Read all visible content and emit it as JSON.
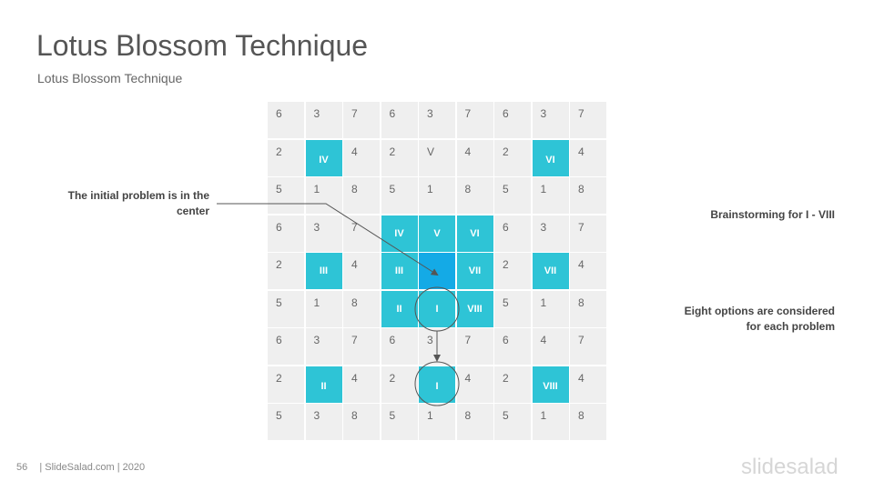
{
  "slide": {
    "title": "Lotus Blossom Technique",
    "subtitle": "Lotus Blossom Technique"
  },
  "grid": {
    "rows": [
      [
        {
          "t": "6"
        },
        {
          "t": "3"
        },
        {
          "t": "7"
        },
        {
          "t": "6"
        },
        {
          "t": "3"
        },
        {
          "t": "7"
        },
        {
          "t": "6"
        },
        {
          "t": "3"
        },
        {
          "t": "7"
        }
      ],
      [
        {
          "t": "2"
        },
        {
          "t": "IV",
          "h": "teal",
          "off": true
        },
        {
          "t": "4"
        },
        {
          "t": "2"
        },
        {
          "t": "V"
        },
        {
          "t": "4"
        },
        {
          "t": "2"
        },
        {
          "t": "VI",
          "h": "teal",
          "off": true
        },
        {
          "t": "4"
        }
      ],
      [
        {
          "t": "5"
        },
        {
          "t": "1"
        },
        {
          "t": "8"
        },
        {
          "t": "5"
        },
        {
          "t": "1"
        },
        {
          "t": "8"
        },
        {
          "t": "5"
        },
        {
          "t": "1"
        },
        {
          "t": "8"
        }
      ],
      [
        {
          "t": "6"
        },
        {
          "t": "3"
        },
        {
          "t": "7"
        },
        {
          "t": "IV",
          "h": "teal"
        },
        {
          "t": "V",
          "h": "teal"
        },
        {
          "t": "VI",
          "h": "teal"
        },
        {
          "t": "6"
        },
        {
          "t": "3"
        },
        {
          "t": "7"
        }
      ],
      [
        {
          "t": "2"
        },
        {
          "t": "III",
          "h": "teal"
        },
        {
          "t": "4"
        },
        {
          "t": "III",
          "h": "teal"
        },
        {
          "t": "",
          "h": "blue"
        },
        {
          "t": "VII",
          "h": "teal"
        },
        {
          "t": "2"
        },
        {
          "t": "VII",
          "h": "teal"
        },
        {
          "t": "4"
        }
      ],
      [
        {
          "t": "5"
        },
        {
          "t": "1"
        },
        {
          "t": "8"
        },
        {
          "t": "II",
          "h": "teal"
        },
        {
          "t": "I",
          "h": "teal"
        },
        {
          "t": "VIII",
          "h": "teal"
        },
        {
          "t": "5"
        },
        {
          "t": "1"
        },
        {
          "t": "8"
        }
      ],
      [
        {
          "t": "6"
        },
        {
          "t": "3"
        },
        {
          "t": "7"
        },
        {
          "t": "6"
        },
        {
          "t": "3"
        },
        {
          "t": "7"
        },
        {
          "t": "6"
        },
        {
          "t": "4"
        },
        {
          "t": "7"
        }
      ],
      [
        {
          "t": "2"
        },
        {
          "t": "II",
          "h": "teal",
          "off": true
        },
        {
          "t": "4"
        },
        {
          "t": "2"
        },
        {
          "t": "I",
          "h": "teal",
          "off": true
        },
        {
          "t": "4"
        },
        {
          "t": "2"
        },
        {
          "t": "VIII",
          "h": "teal",
          "off": true
        },
        {
          "t": "4"
        }
      ],
      [
        {
          "t": "5"
        },
        {
          "t": "3"
        },
        {
          "t": "8"
        },
        {
          "t": "5"
        },
        {
          "t": "1"
        },
        {
          "t": "8"
        },
        {
          "t": "5"
        },
        {
          "t": "1"
        },
        {
          "t": "8"
        }
      ]
    ]
  },
  "labels": {
    "left_line1": "The initial problem is in the",
    "left_line2": "center",
    "right_top": "Brainstorming for I - VIII",
    "right_mid_line1": "Eight options are considered",
    "right_mid_line2": "for each problem"
  },
  "colors": {
    "teal": "#2ec4d6",
    "blue": "#14aae6",
    "cell": "#efefef"
  },
  "footer": {
    "page_number": "56",
    "source": "| SlideSalad.com | 2020",
    "logo": "slidesalad"
  }
}
